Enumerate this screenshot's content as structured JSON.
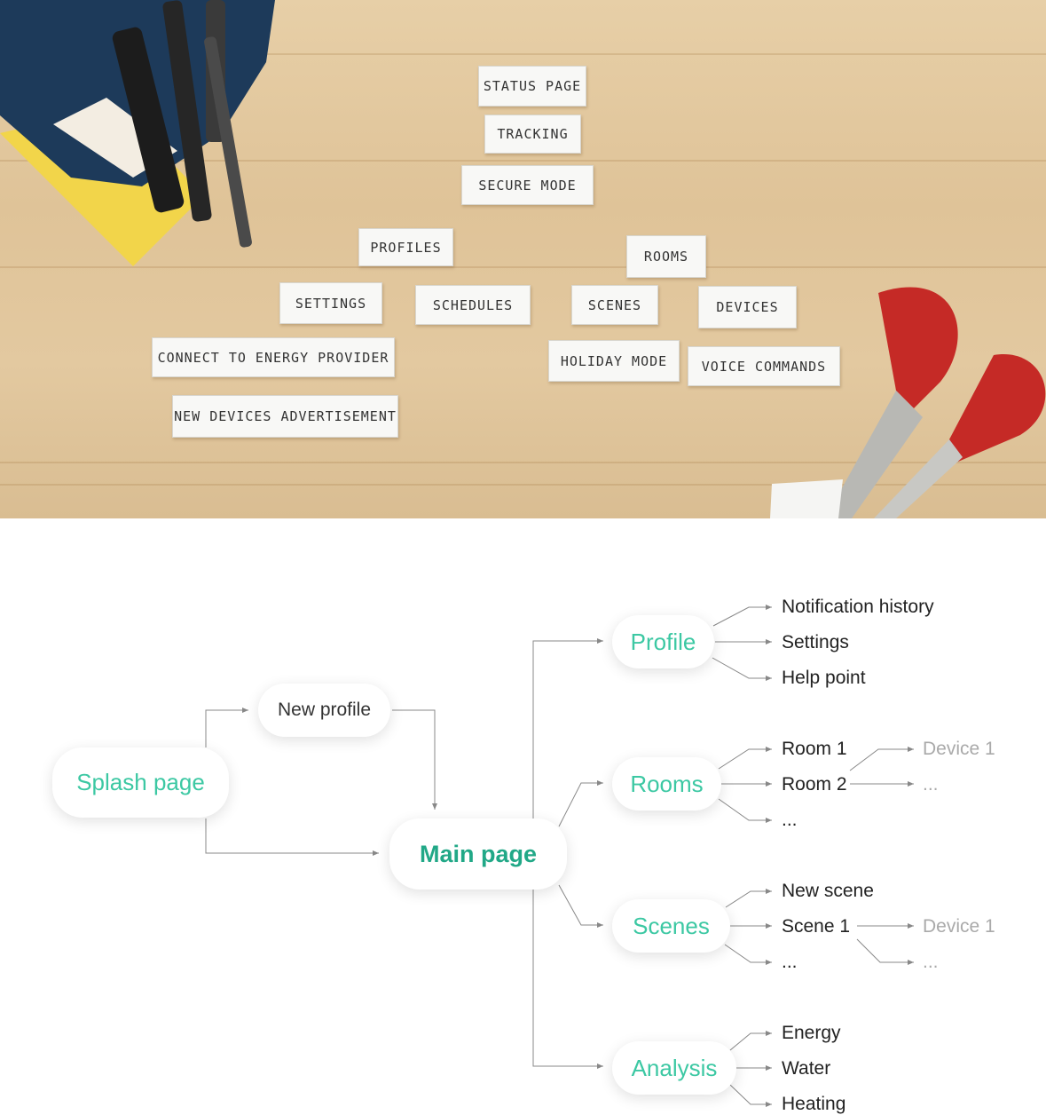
{
  "photo": {
    "cards": {
      "status_page": "Status page",
      "tracking": "Tracking",
      "secure_mode": "Secure mode",
      "profiles": "Profiles",
      "rooms": "Rooms",
      "settings": "Settings",
      "schedules": "Schedules",
      "scenes": "Scenes",
      "devices": "Devices",
      "connect_energy": "Connect to energy provider",
      "holiday_mode": "Holiday mode",
      "voice_commands": "Voice commands",
      "new_devices_ad": "New devices advertisement"
    }
  },
  "diagram": {
    "splash_page": "Splash page",
    "new_profile": "New profile",
    "main_page": "Main page",
    "profile": {
      "label": "Profile",
      "items": [
        "Notification history",
        "Settings",
        "Help point"
      ]
    },
    "rooms": {
      "label": "Rooms",
      "items": [
        "Room 1",
        "Room 2",
        "..."
      ],
      "room_children": [
        "Device 1",
        "..."
      ]
    },
    "scenes": {
      "label": "Scenes",
      "items": [
        "New scene",
        "Scene 1",
        "..."
      ],
      "scene_children": [
        "Device 1",
        "..."
      ]
    },
    "analysis": {
      "label": "Analysis",
      "items": [
        "Energy",
        "Water",
        "Heating"
      ]
    }
  },
  "colors": {
    "accent": "#3cc8a3",
    "accent_dark": "#21a887",
    "line": "#888888"
  }
}
